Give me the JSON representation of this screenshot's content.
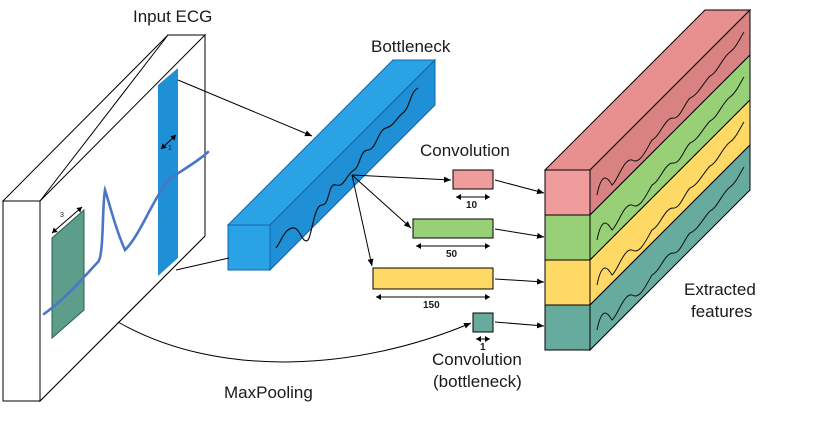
{
  "labels": {
    "input_ecg": "Input ECG",
    "bottleneck": "Bottleneck",
    "convolution": "Convolution",
    "convolution_bottleneck_line1": "Convolution",
    "convolution_bottleneck_line2": "(bottleneck)",
    "maxpooling": "MaxPooling",
    "extracted_line1": "Extracted",
    "extracted_line2": "features"
  },
  "dimensions": {
    "window_width": "3",
    "stride_width": "1",
    "kernel_10": "10",
    "kernel_50": "50",
    "kernel_150": "150",
    "kernel_1": "1"
  },
  "colors": {
    "input_face": "#ffffff",
    "window": "#5d9e8a",
    "bottleneck_front": "#1f8fd6",
    "bottleneck_top": "#2aa3e6",
    "bottleneck_side": "#1577bf",
    "ecg_line": "#4a76c8",
    "red": "#f19c9c",
    "red_top": "#e89090",
    "red_side": "#d98282",
    "green": "#97d077",
    "green_side": "#84bd64",
    "yellow": "#ffd966",
    "yellow_side": "#f0c955",
    "teal": "#67ab9f",
    "teal_side": "#559a8e"
  }
}
